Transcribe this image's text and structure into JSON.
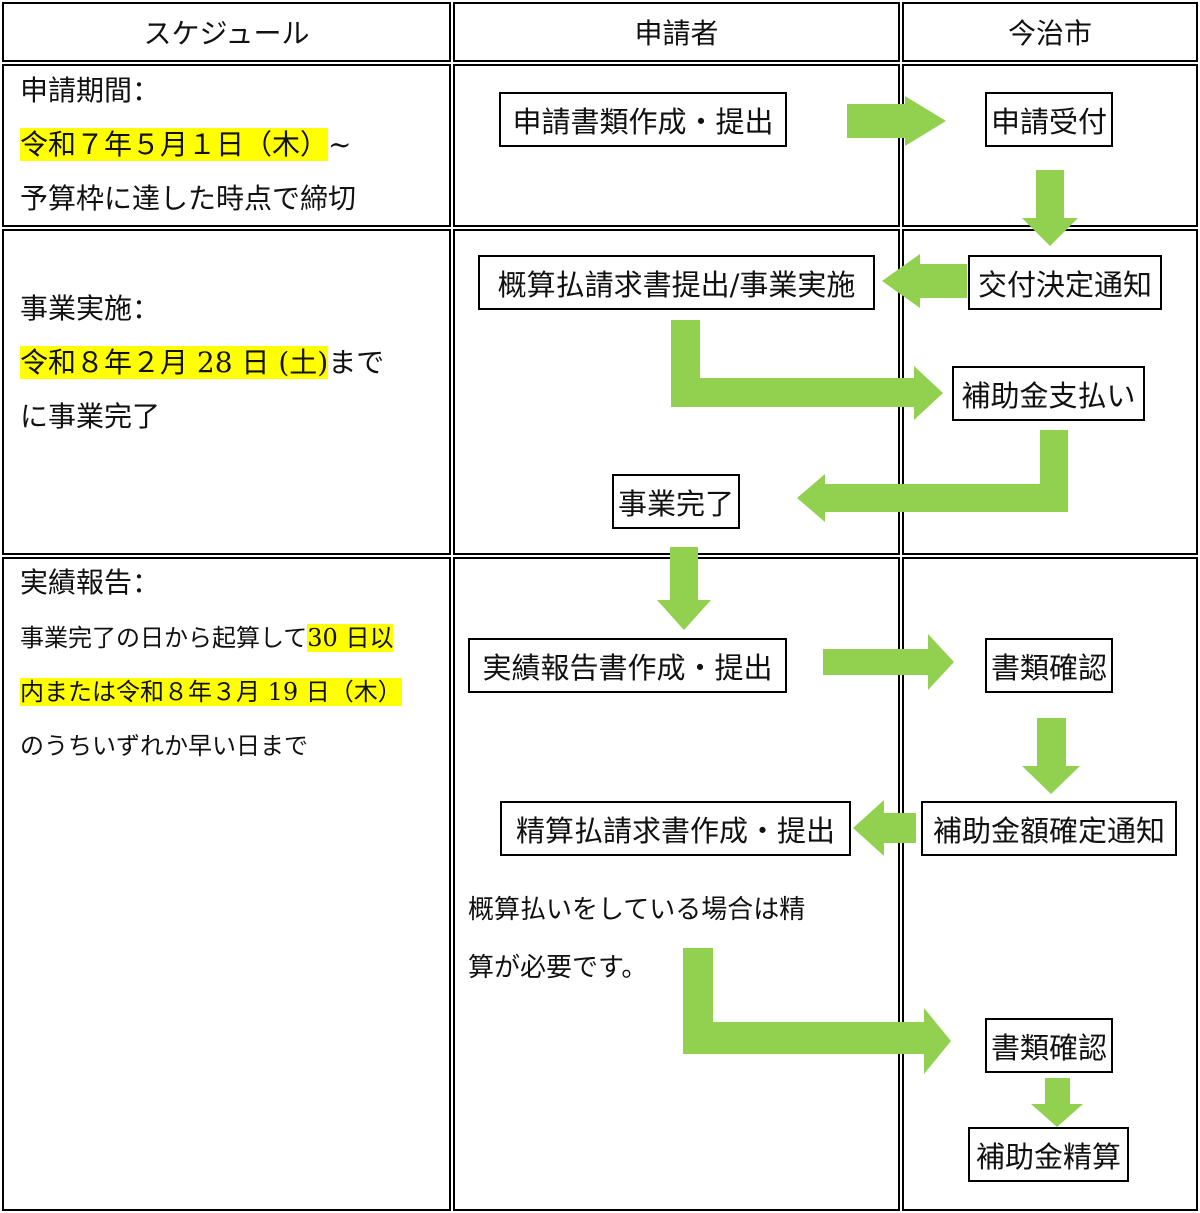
{
  "header": {
    "col1": "スケジュール",
    "col2": "申請者",
    "col3": "今治市"
  },
  "schedule": {
    "period": {
      "title": "申請期間：",
      "date": "令和７年５月１日（木）",
      "tilde": "~",
      "deadline": "予算枠に達した時点で締切"
    },
    "implementation": {
      "title": "事業実施：",
      "date": "令和８年２月 28 日 (土)",
      "suffix": "まで",
      "line3": "に事業完了"
    },
    "report": {
      "title": "実績報告：",
      "line1_text": "事業完了の日から起算して",
      "line1_hl": "30 日以",
      "line2_hl": "内または令和８年３月 19 日（木）",
      "line3": "のうちいずれか早い日まで"
    }
  },
  "flow": {
    "apply": "申請書類作成・提出",
    "receive": "申請受付",
    "decision": "交付決定通知",
    "advance_claim": "概算払請求書提出/事業実施",
    "pay": "補助金支払い",
    "complete": "事業完了",
    "report_submit": "実績報告書作成・提出",
    "review1": "書類確認",
    "amount_notice": "補助金額確定通知",
    "final_claim": "精算払請求書作成・提出",
    "note_line1": "概算払いをしている場合は精",
    "note_line2": "算が必要です。",
    "review2": "書類確認",
    "settle": "補助金精算"
  },
  "colors": {
    "arrow": "#92d050",
    "highlight": "#ffff00",
    "border": "#000000"
  }
}
